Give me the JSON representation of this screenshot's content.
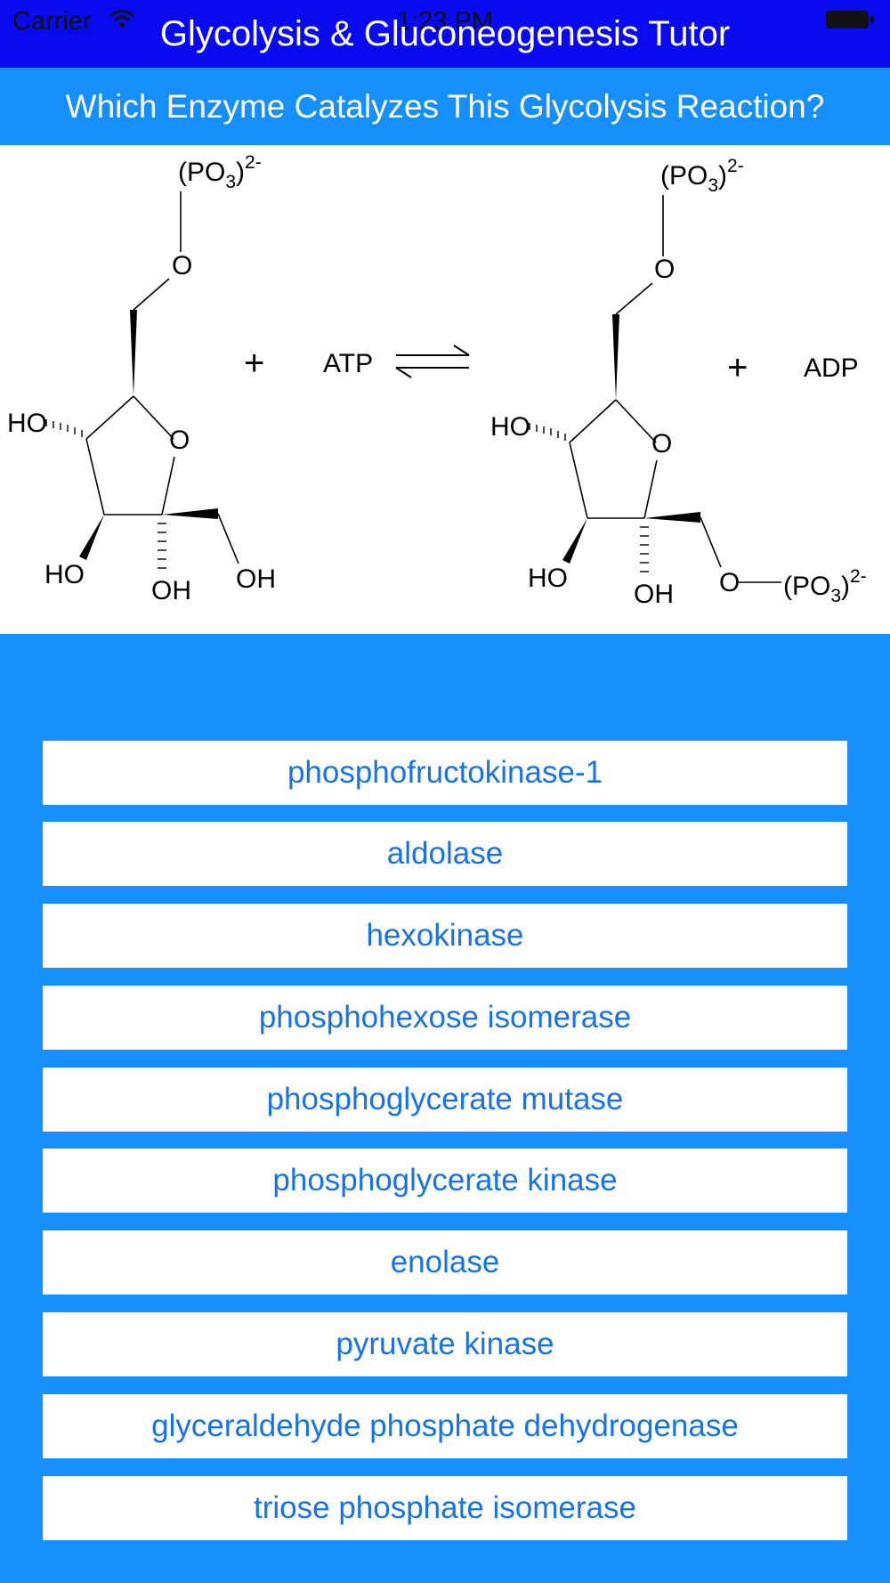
{
  "status_bar": {
    "carrier": "Carrier",
    "time": "1:23 PM",
    "icons": [
      "wifi-icon",
      "battery-icon"
    ]
  },
  "header": {
    "title": "Glycolysis & Gluconeogenesis Tutor"
  },
  "question": {
    "text": "Which Enzyme Catalyzes This Glycolysis Reaction?"
  },
  "reaction": {
    "reactant_labels": {
      "phosphate": "(PO3)2-",
      "ring_o": "O",
      "link_o": "O",
      "ho_left": "HO",
      "ho_bottom": "HO",
      "oh_center": "OH",
      "oh_right": "OH"
    },
    "plus_1": "+",
    "cofactor_in": "ATP",
    "arrow": "equilibrium-arrows-icon",
    "product_labels": {
      "phosphate_top": "(PO3)2-",
      "ring_o": "O",
      "link_o": "O",
      "ho_left": "HO",
      "ho_bottom": "HO",
      "oh_center": "OH",
      "o_right": "O",
      "phosphate_right": "(PO3)2-"
    },
    "plus_2": "+",
    "cofactor_out": "ADP"
  },
  "answers": [
    "phosphofructokinase-1",
    "aldolase",
    "hexokinase",
    "phosphohexose isomerase",
    "phosphoglycerate mutase",
    "phosphoglycerate kinase",
    "enolase",
    "pyruvate kinase",
    "glyceraldehyde phosphate dehydrogenase",
    "triose phosphate isomerase"
  ],
  "colors": {
    "status_bar": "#0a0af0",
    "accent": "#168ffc",
    "button_text": "#1773e8"
  }
}
